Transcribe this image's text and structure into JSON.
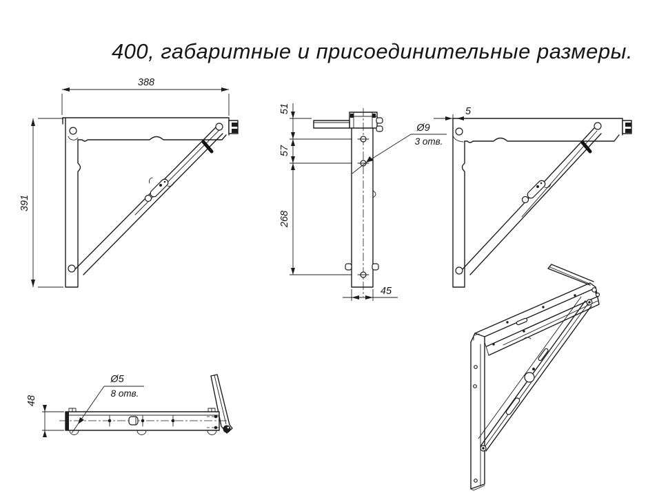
{
  "title": "400, габаритные и присоединительные размеры.",
  "drawing": {
    "side_view": {
      "width": "388",
      "height": "391"
    },
    "edge_view": {
      "dim_top": "51",
      "dim_mid": "57",
      "dim_lower": "268",
      "dim_depth": "45",
      "hole_callout": {
        "diameter": "Ø9",
        "count": "3 отв."
      }
    },
    "right_view": {
      "dim_offset": "5"
    },
    "folded_view": {
      "dim_height": "48",
      "hole_callout": {
        "diameter": "Ø5",
        "count": "8 отв."
      }
    }
  }
}
